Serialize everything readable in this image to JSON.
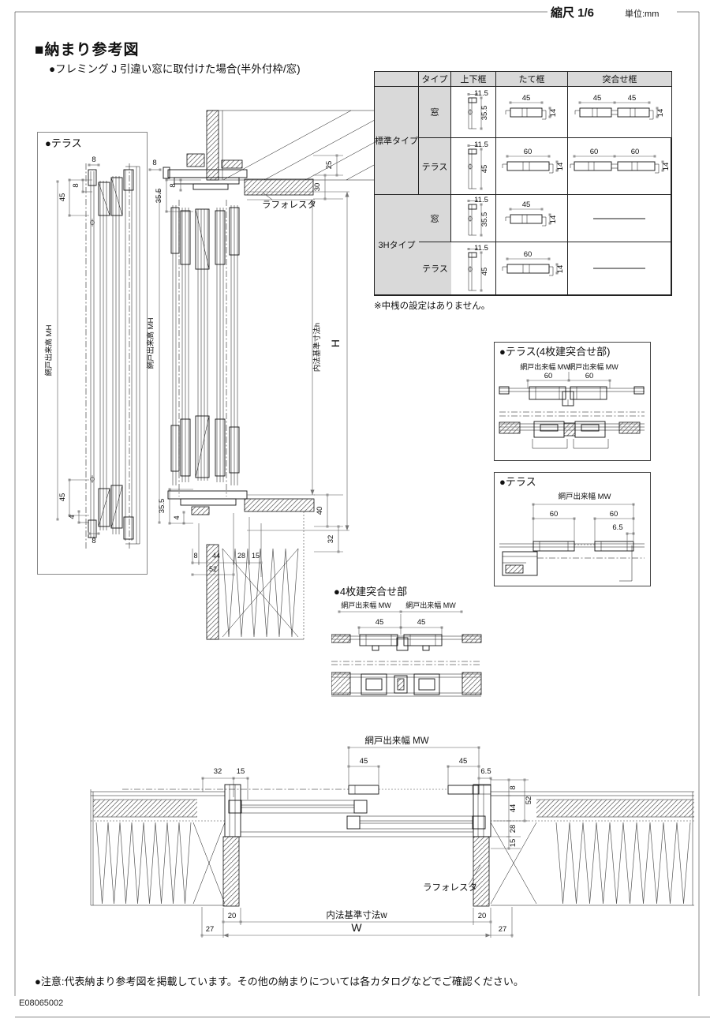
{
  "page": {
    "scale": "縮尺 1/6",
    "unit": "単位:mm",
    "title": "■納まり参考図",
    "subtitle": "●フレミング J 引違い窓に取付けた場合(半外付枠/窓)",
    "notice": "●注意:代表納まり参考図を掲載しています。その他の納まりについては各カタログなどでご確認ください。",
    "code": "E08065002"
  },
  "colors": {
    "line": "#111111",
    "dim_line": "#555555",
    "table_header_bg": "#d9d9d9",
    "hatch": "#777777"
  },
  "table": {
    "h_type": "タイプ",
    "h_joge": "上下框",
    "h_tate": "たて框",
    "h_tsuki": "突合せ框",
    "g1": "標準タイプ",
    "g2": "3Hタイプ",
    "note": "※中桟の設定はありません。",
    "r1": {
      "type": "窓",
      "jw": "11.5",
      "jh": "35.5",
      "tw": "45",
      "th": "14",
      "sa": "45",
      "sb": "45",
      "sh": "14"
    },
    "r2": {
      "type": "テラス",
      "jw": "11.5",
      "jh": "45",
      "tw": "60",
      "th": "14",
      "sa": "60",
      "sb": "60",
      "sh": "14"
    },
    "r3": {
      "type": "窓",
      "jw": "11.5",
      "jh": "35.5",
      "tw": "45",
      "th": "14"
    },
    "r4": {
      "type": "テラス",
      "jw": "11.5",
      "jh": "45",
      "tw": "60",
      "th": "14"
    }
  },
  "d": {
    "left": {
      "title": "●テラス",
      "mh": "網戸出来高 MH",
      "t8": "8",
      "s8": "8",
      "t45": "45",
      "b45": "45",
      "b4": "4",
      "b8": "8"
    },
    "mid": {
      "mh": "網戸出来高 MH",
      "t8": "8",
      "t355": "35.5",
      "s8": "8",
      "b355": "35.5",
      "b4": "4",
      "r25": "25",
      "r30": "30",
      "r40": "40",
      "r32": "32",
      "h": "内法基準寸法h",
      "H": "H",
      "b8": "8",
      "b44": "44",
      "b28": "28",
      "b15": "15",
      "b52": "52",
      "lafo": "ラフォレスタ"
    },
    "t4": {
      "title": "●テラス(4枚建突合せ部)",
      "mw1": "網戸出来幅 MW",
      "mw2": "網戸出来幅 MW",
      "da": "60",
      "db": "60"
    },
    "tr": {
      "title": "●テラス",
      "mw": "網戸出来幅 MW",
      "da": "60",
      "db": "60",
      "dc": "6.5"
    },
    "y4": {
      "title": "●4枚建突合せ部",
      "mw1": "網戸出来幅 MW",
      "mw2": "網戸出来幅 MW",
      "da": "45",
      "db": "45"
    },
    "bot": {
      "mw": "網戸出来幅 MW",
      "d32": "32",
      "d15": "15",
      "d45a": "45",
      "d45b": "45",
      "d65": "6.5",
      "r8": "8",
      "r44": "44",
      "r28": "28",
      "r15": "15",
      "r52": "52",
      "lafo": "ラフォレスタ",
      "d20a": "20",
      "w": "内法基準寸法w",
      "d20b": "20",
      "d27a": "27",
      "W": "W",
      "d27b": "27"
    }
  }
}
